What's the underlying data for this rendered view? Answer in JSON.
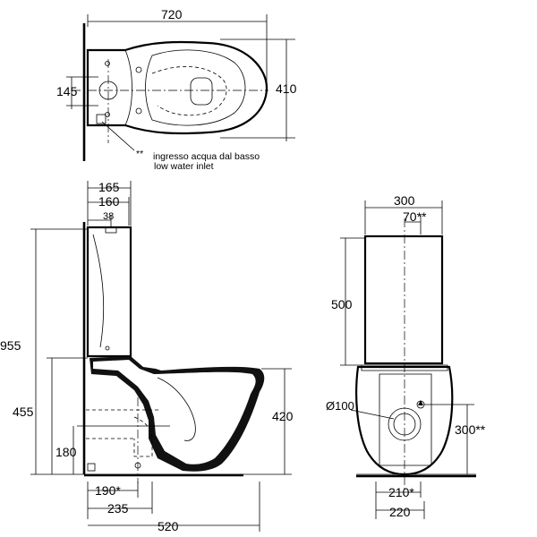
{
  "top_view": {
    "width_dim": "720",
    "depth_dim": "410",
    "inlet_offset_dim": "145",
    "note_marker": "**",
    "note_line1": "ingresso acqua dal basso",
    "note_line2": "low water inlet"
  },
  "side_view": {
    "tank_depth_dim": "165",
    "tank_inner_dim": "160",
    "tank_hole_dim": "38",
    "total_height_dim": "955",
    "seat_level_dim": "455",
    "rim_height_dim": "420",
    "outlet_height_dim": "180",
    "outlet_axis_dim": "190*",
    "outlet_depth_dim": "235",
    "total_depth_dim": "520"
  },
  "front_view": {
    "tank_width_dim": "300",
    "inlet_offset_dim": "70**",
    "tank_height_dim": "500",
    "outlet_diameter_dim": "Ø100",
    "inlet_height_dim": "300**",
    "outlet_width_dim": "210*",
    "base_width_dim": "220"
  }
}
